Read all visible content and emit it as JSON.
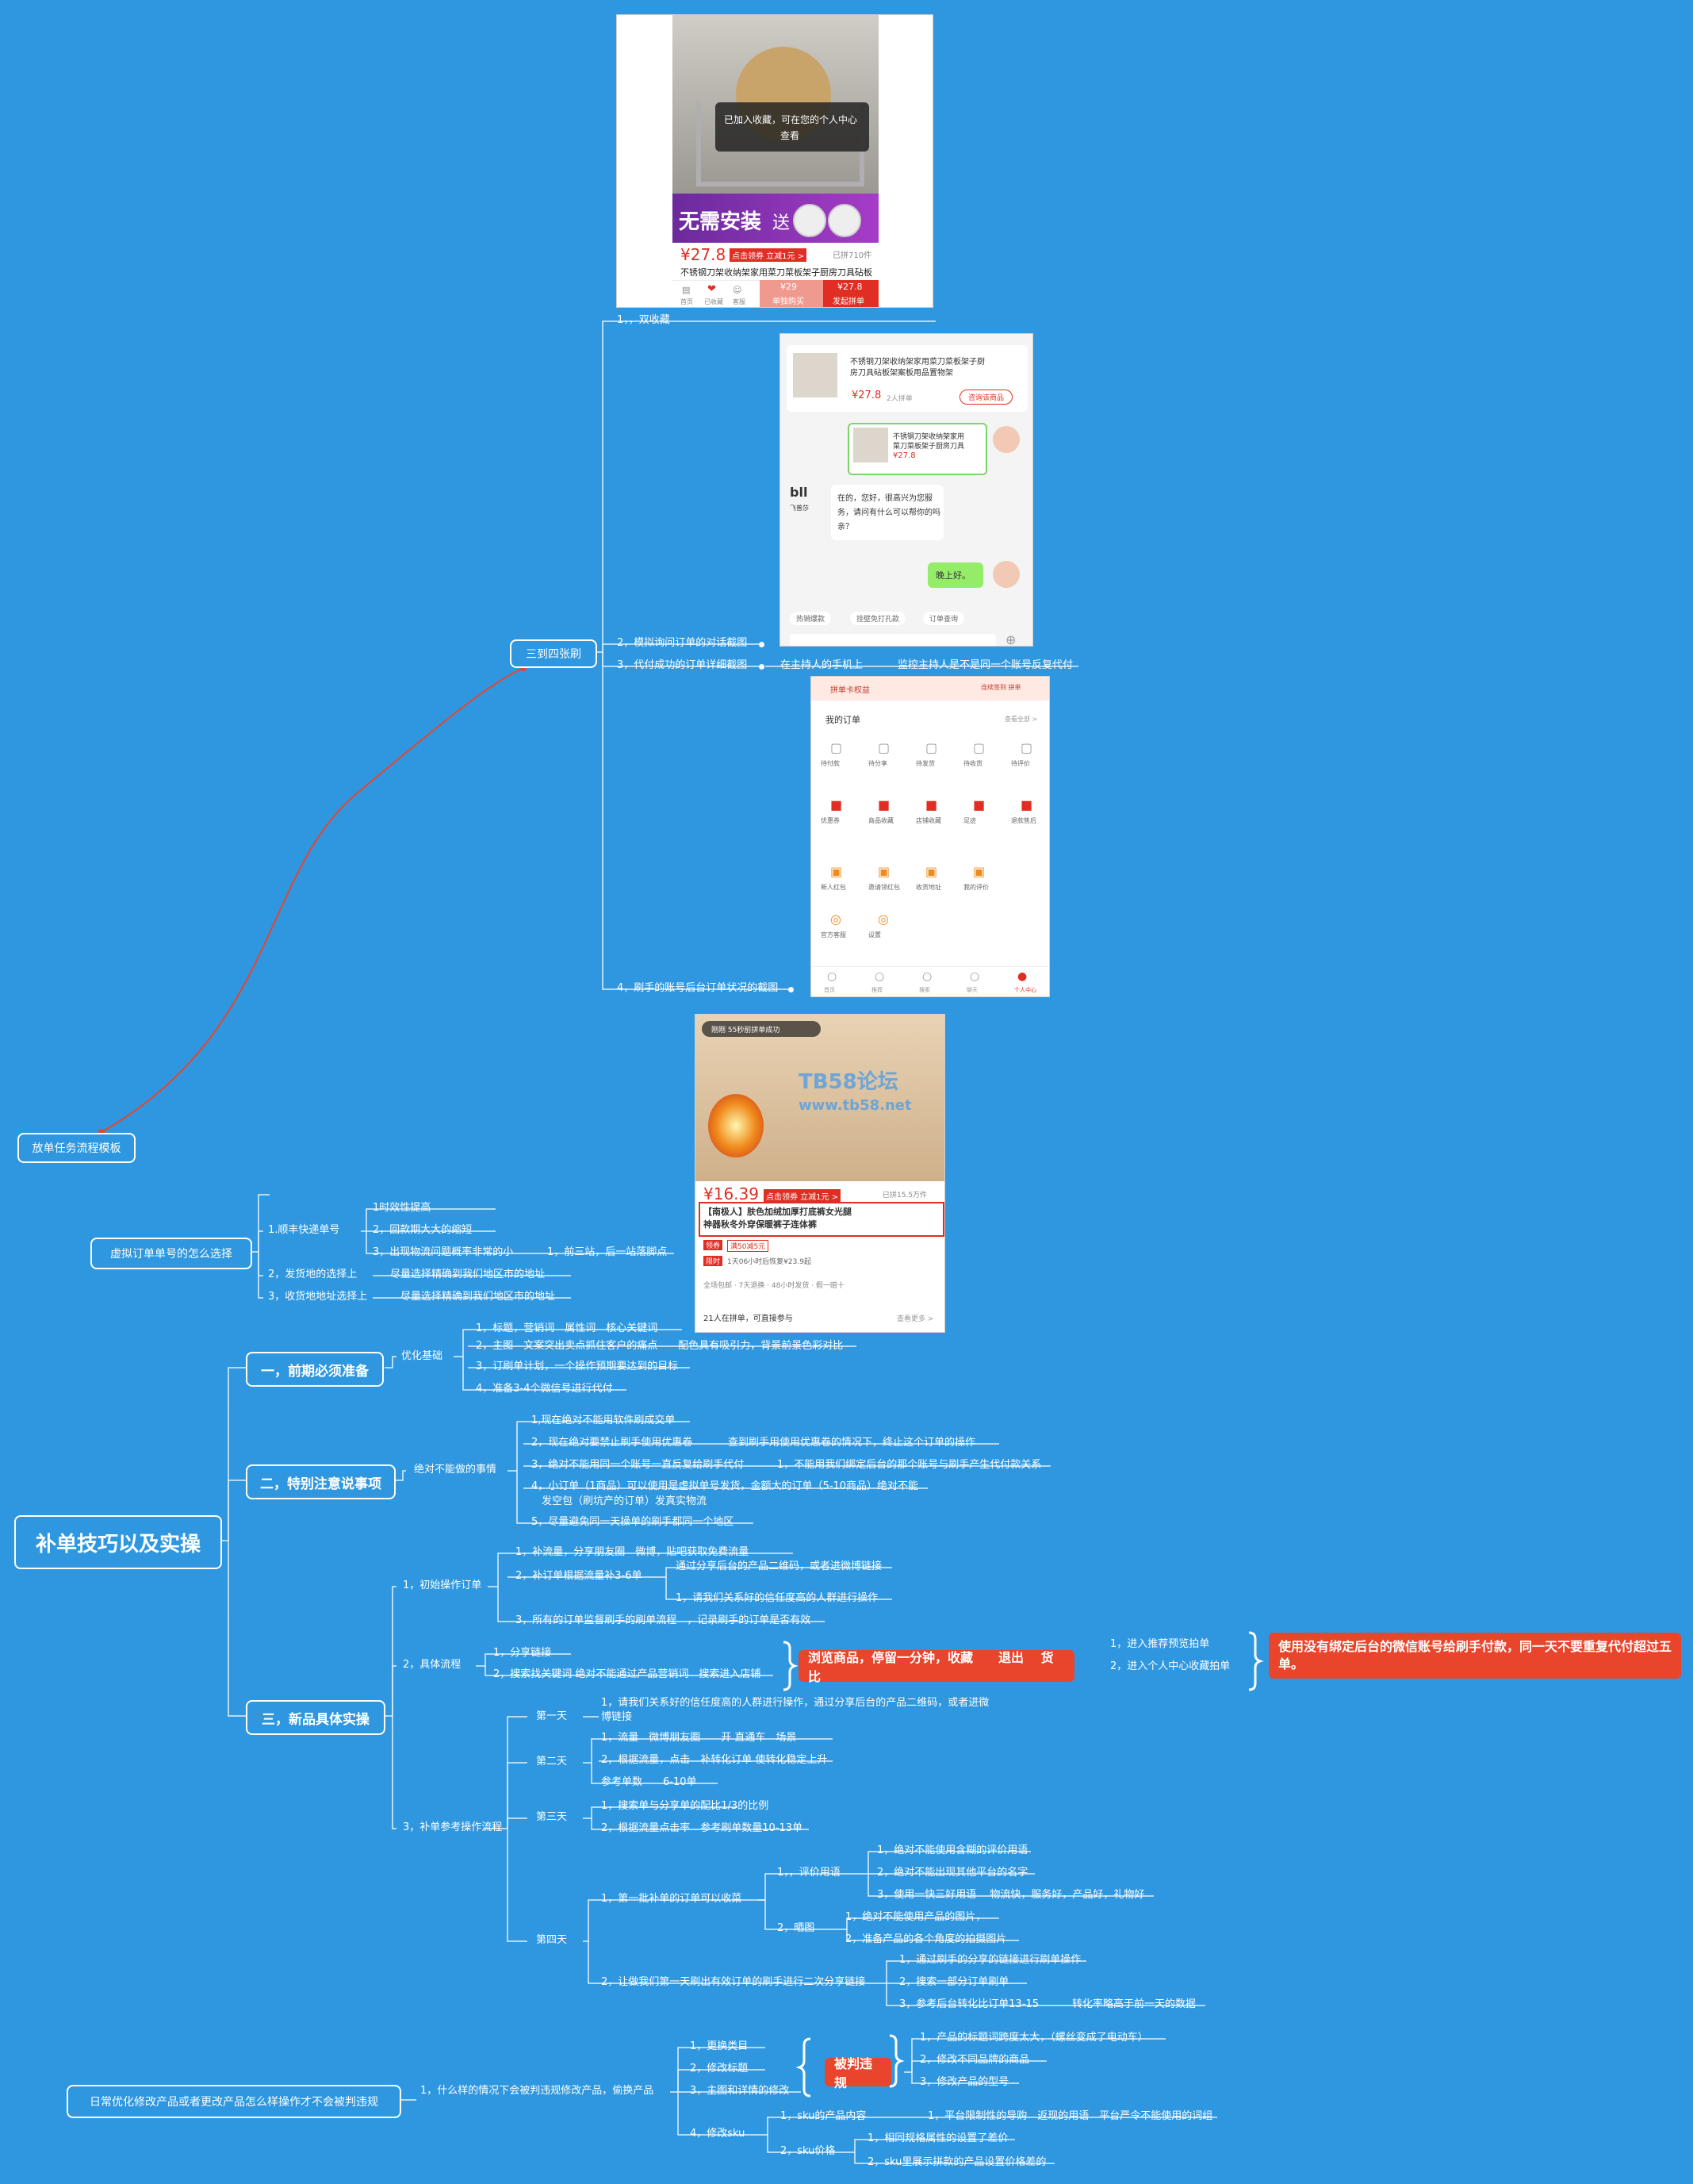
{
  "root": "补单技巧以及实操",
  "template": "放单任务流程模板",
  "virtual": {
    "title": "虚拟订单单号的怎么选择",
    "express": "1.顺丰快递单号",
    "express_items": [
      "1时效性提高",
      "2，回款期大大的缩短",
      "3，出现物流问题概率非常的小"
    ],
    "express_note": "1，前三站，后一站落脚点",
    "ship_from": "2，发货地的选择上",
    "ship_from_note": "尽量选择精确到我们地区市的地址",
    "receive": "3，收货地地址选择上",
    "receive_note": "尽量选择精确到我们地区市的地址"
  },
  "s1": {
    "title": "一，前期必须准备",
    "branch": "优化基础",
    "items": [
      "1，标题，营销词　属性词　核心关键词",
      "2，主图　文案突出卖点抓住客户的痛点　　配色具有吸引力，背景前景色彩对比",
      "3，订刷单计划，一个操作预期要达到的目标",
      "4，准备3-4个微信号进行代付"
    ]
  },
  "s2": {
    "title": "二，特别注意说事项",
    "branch": "绝对不能做的事情",
    "items": [
      "1,现在绝对不能用软件刷成交单",
      "2，现在绝对要禁止刷手使用优惠卷",
      "3，绝对不能用同一个账号一直反复给刷手代付",
      "4，小订单（1商品）可以使用是虚拟单号发货，金额大的订单（5-10商品）绝对不能",
      "　发空包（刷坑产的订单）发真实物流",
      "5，尽量避免同一天操单的刷手都同一个地区"
    ],
    "note2": "查到刷手用使用优惠卷的情况下，终止这个订单的操作",
    "note3": "1，不能用我们绑定后台的那个账号与刷手产生代付款关系"
  },
  "three_four": {
    "title": "三到四张刷",
    "items": [
      "1，，双收藏",
      "2，模拟询问订单的对话截图",
      "3，代付成功的订单详细截图",
      "4，刷手的账号后台订单状况的截图"
    ],
    "note3a": "在主持人的手机上",
    "note3b": "监控主持人是不是同一个账号反复代付"
  },
  "s3": {
    "title": "三，新品具体实操",
    "init": "1，初始操作订单",
    "init_items": [
      "1，补流量，分享朋友圈　微博，贴吧获取免费流量",
      "2，补订单根据流量补3-6单",
      "3，所有的订单监督刷手的刷单流程　，记录刷手的订单是否有效"
    ],
    "init_sub": [
      "通过分享后台的产品二维码，或者进微博链接",
      "1，请我们关系好的信任度高的人群进行操作"
    ],
    "flow": "2，具体流程",
    "flow_items": [
      "1，分享链接",
      "2，搜索找关键词 绝对不能通过产品营销词　搜索进入店铺"
    ],
    "browse": "浏览商品，停留一分钟，收藏　　退出　 货比",
    "flow_out": [
      "1，进入推荐预览拍单",
      "2，进入个人中心收藏拍单"
    ],
    "warn": "使用没有绑定后台的微信账号给刷手付款，同一天不要重复代付超过五单。",
    "ref": "3，补单参考操作流程",
    "day1": "第一天",
    "day1_item": [
      "1，请我们关系好的信任度高的人群进行操作，通过分享后台的产品二维码，或者进微",
      "博链接"
    ],
    "day2": "第二天",
    "day2_items": [
      "1，流量　微博朋友圈　　开 直通车　场景",
      "2，根据流量，点击　补转化订单 使转化稳定上升",
      "参考单数　　6-10单"
    ],
    "day3": "第三天",
    "day3_items": [
      "1，搜索单与分享单的配比1/3的比例",
      "2，根据流量点击率　参考刷单数量10-13单"
    ],
    "day4": "第四天",
    "day4_a": "1，第一批补单的订单可以收菜",
    "eval": "1，，评价用语",
    "eval_items": [
      "1，绝对不能使用含糊的评价用语",
      "2，绝对不能出现其他平台的名字",
      "3，使用一快三好用语　 物流快，服务好，产品好，礼物好"
    ],
    "photo": "2，晒图",
    "photo_items": [
      "1，绝对不能使用产品的图片，",
      "2，准备产品的各个角度的拍摄图片"
    ],
    "day4_b": "2，让做我们第一天刷出有效订单的刷手进行二次分享链接",
    "share_items": [
      "1，通过刷手的分享的链接进行刷单操作",
      "2，搜索一部分订单刷单",
      "3，参考后台转化比订单13-15"
    ],
    "share_note": "转化率略高于前一天的数据"
  },
  "daily": {
    "title": "日常优化修改产品或者更改产品怎么样操作才不会被判违规",
    "q": "1，什么样的情况下会被判违规修改产品，偷换产品",
    "items": [
      "1，更换类目",
      "2，修改标题",
      "3，主图和详情的修改",
      "4，修改sku"
    ],
    "violation": "被判违规",
    "v_items": [
      "1，产品的标题词跨度太大，（螺丝变成了电动车）",
      "2，修改不同品牌的商品",
      "3，修改产品的型号"
    ],
    "sku_content": "1，sku的产品内容",
    "sku_content_note": "1，平台限制性的导购　返现的用语　平台严令不能使用的词组",
    "sku_price": "2，sku价格",
    "sku_price_items": [
      "1，相同规格属性的设置了差价",
      "2，sku里展示拼款的产品设置价格差的"
    ]
  },
  "shot1": {
    "price": "¥27.8",
    "coupon": "点击领券 立减1元 >",
    "sold": "已拼710件",
    "name": "不锈钢刀架收纳架家用菜刀菜板架子厨房刀具砧板",
    "banner": "无需安装",
    "gift": "送",
    "toast": [
      "已加入收藏，可在您的个人中心",
      "查看"
    ],
    "b1": "¥29",
    "b1s": "单独购买",
    "b2": "¥27.8",
    "b2s": "发起拼单",
    "icons": [
      "首页",
      "已收藏",
      "客服"
    ]
  },
  "shot2": {
    "name": [
      "不锈钢刀架收纳架家用菜刀菜板架子厨",
      "房刀具砧板架案板用品置物架"
    ],
    "price": "¥27.8",
    "meta": "2人拼单",
    "ask": "咨询该商品",
    "card": [
      "不锈钢刀架收纳架家用",
      "菜刀菜板架子厨房刀具"
    ],
    "card_price": "¥27.8",
    "brand": "飞普莎",
    "reply": [
      "在的，您好，很高兴为您服",
      "务，请问有什么可以帮你的吗",
      "亲？"
    ],
    "me": "晚上好。",
    "tabs": [
      "热销爆款",
      "挂壁免打孔款",
      "订单查询"
    ]
  },
  "shot3": {
    "banner": "拼单卡权益",
    "banner2": "连续签到 拼单",
    "orders": "我的订单",
    "all": "查看全部 >",
    "row1": [
      "待付款",
      "待分享",
      "待发货",
      "待收货",
      "待评价"
    ],
    "row2": [
      "优惠券",
      "商品收藏",
      "店铺收藏",
      "足迹",
      "退款售后"
    ],
    "row3": [
      "新人红包",
      "邀请领红包",
      "收货地址",
      "我的评价"
    ],
    "row4": [
      "官方客服",
      "设置"
    ],
    "nav": [
      "首页",
      "推荐",
      "搜索",
      "聊天",
      "个人中心"
    ]
  },
  "shot4": {
    "notice": "刚刚 55秒前拼单成功",
    "wm1": "TB58论坛",
    "wm2": "www.tb58.net",
    "price": "¥16.39",
    "coupon": "点击领券 立减1元 >",
    "sold": "已拼15.5万件",
    "name": [
      "【南极人】肤色加绒加厚打底裤女光腿",
      "神器秋冬外穿保暖裤子连体裤"
    ],
    "tag1": "满50减5元",
    "tag1_label": "领券",
    "tag2": "1天06小时后恢复¥23.9起",
    "tag2_label": "限时",
    "service": "全场包邮 · 7天退换 · 48小时发货 · 假一赔十",
    "group": "21人在拼单，可直接参与",
    "more": "查看更多 >"
  },
  "colors": {
    "bg": "#2e97e0",
    "red": "#e8452c",
    "line": "#ffffff",
    "link": "#e8452c"
  }
}
